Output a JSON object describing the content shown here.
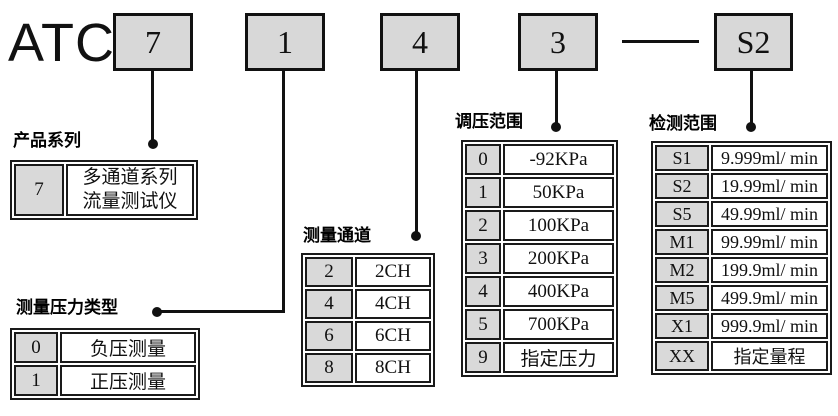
{
  "colors": {
    "box_fill": "#d8d8d8",
    "code_cell_fill": "#d9d9d9",
    "line": "#111111",
    "background": "#ffffff"
  },
  "model": {
    "prefix": "ATC",
    "boxes": [
      "7",
      "1",
      "4",
      "3",
      "S2"
    ],
    "separator": "—"
  },
  "tables": {
    "series": {
      "title": "产品系列",
      "rows": [
        {
          "code": "7",
          "line1": "多通道系列",
          "line2": "流量测试仪"
        }
      ]
    },
    "pressure_type": {
      "title": "测量压力类型",
      "rows": [
        {
          "code": "0",
          "label": "负压测量"
        },
        {
          "code": "1",
          "label": "正压测量"
        }
      ]
    },
    "channels": {
      "title": "测量通道",
      "rows": [
        {
          "code": "2",
          "label": "2CH"
        },
        {
          "code": "4",
          "label": "4CH"
        },
        {
          "code": "6",
          "label": "6CH"
        },
        {
          "code": "8",
          "label": "8CH"
        }
      ]
    },
    "regulation": {
      "title": "调压范围",
      "rows": [
        {
          "code": "0",
          "label": "-92KPa"
        },
        {
          "code": "1",
          "label": "50KPa"
        },
        {
          "code": "2",
          "label": "100KPa"
        },
        {
          "code": "3",
          "label": "200KPa"
        },
        {
          "code": "4",
          "label": "400KPa"
        },
        {
          "code": "5",
          "label": "700KPa"
        },
        {
          "code": "9",
          "label": "指定压力"
        }
      ]
    },
    "detection": {
      "title": "检测范围",
      "rows": [
        {
          "code": "S1",
          "label": "9.999ml/ min"
        },
        {
          "code": "S2",
          "label": "19.99ml/ min"
        },
        {
          "code": "S5",
          "label": "49.99ml/ min"
        },
        {
          "code": "M1",
          "label": "99.99ml/ min"
        },
        {
          "code": "M2",
          "label": "199.9ml/ min"
        },
        {
          "code": "M5",
          "label": "499.9ml/ min"
        },
        {
          "code": "X1",
          "label": "999.9ml/ min"
        },
        {
          "code": "XX",
          "label": "指定量程"
        }
      ]
    }
  }
}
